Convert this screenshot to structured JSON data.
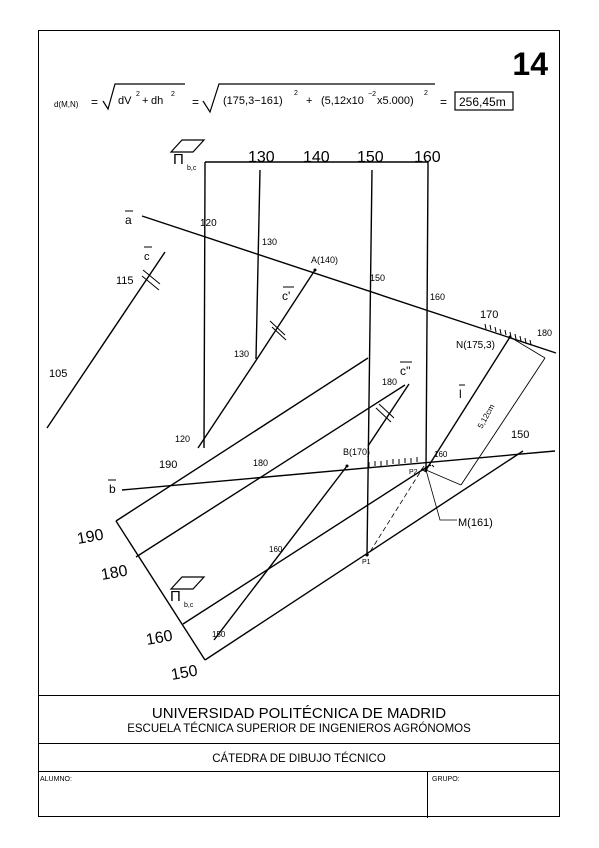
{
  "sheet": {
    "number": "14",
    "formula": {
      "lhs": "d(M,N)",
      "term1": "dV",
      "term2": "dh",
      "expr1": "(175,3−161)",
      "expr2": "(5,12x10",
      "expr2_exp": "−2",
      "expr2_tail": "x5.000)",
      "exp": "2",
      "result": "256,45m"
    }
  },
  "diagram": {
    "plane_label_top": "Π",
    "plane_sub_top": "b,c",
    "plane_label_bottom": "Π",
    "plane_sub_bottom": "b,c",
    "top_scale": [
      "130",
      "140",
      "150",
      "160"
    ],
    "line_a": {
      "label": "a",
      "marks": [
        "120",
        "130",
        "150",
        "160",
        "170",
        "180"
      ]
    },
    "line_b": {
      "label": "b",
      "marks": [
        "190",
        "180"
      ]
    },
    "line_c": {
      "label": "c",
      "marks": [
        "115",
        "105"
      ]
    },
    "line_c_prime": {
      "label": "c'",
      "marks": [
        "130",
        "120"
      ]
    },
    "line_c_second": {
      "label": "c''",
      "marks": [
        "180"
      ]
    },
    "line_l": {
      "label": "l",
      "marks": [
        "150"
      ]
    },
    "points": {
      "A": "A(140)",
      "B": "B(170)",
      "N": "N(175,3)",
      "M": "M(161)",
      "P1": "P1",
      "P2": "P2",
      "d160": "160",
      "m160": "160",
      "m150": "150"
    },
    "measure_label": "5,12cm",
    "bottom_scale": [
      "190",
      "180",
      "160",
      "150"
    ]
  },
  "footer": {
    "university": "UNIVERSIDAD POLITÉCNICA DE MADRID",
    "school": "ESCUELA TÉCNICA SUPERIOR DE INGENIEROS AGRÓNOMOS",
    "chair": "CÁTEDRA DE DIBUJO TÉCNICO",
    "student_label": "ALUMNO:",
    "group_label": "GRUPO:"
  }
}
